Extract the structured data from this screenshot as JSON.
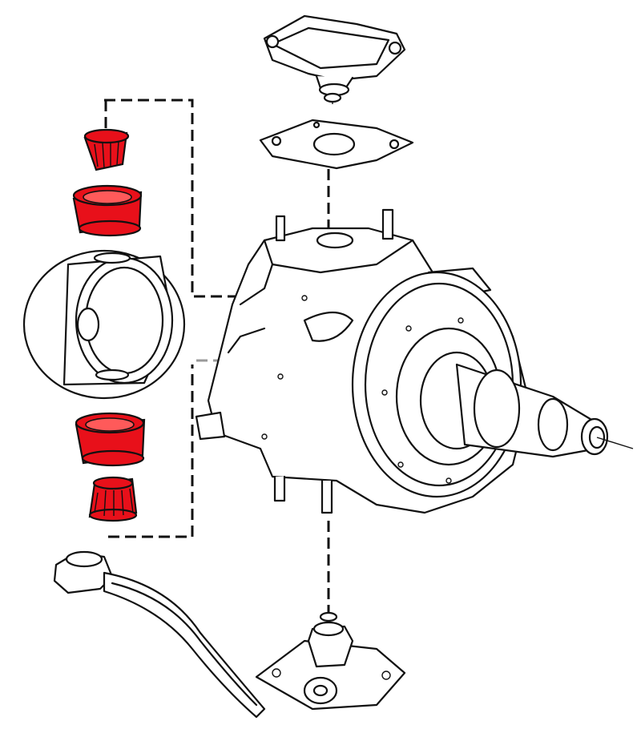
{
  "diagram": {
    "colors": {
      "highlight": "#e8101a",
      "line": "#111111",
      "background": "#ffffff",
      "secondary_dash": "#9a9a9a"
    },
    "parts": [
      "top-cap",
      "top-gasket",
      "upper-roller-bearing",
      "upper-bearing-race",
      "steering-ball-housing",
      "lower-bearing-race",
      "lower-roller-bearing",
      "steering-knuckle",
      "spindle",
      "steering-arm",
      "lower-cap"
    ],
    "highlighted_parts": [
      "upper-roller-bearing",
      "upper-bearing-race",
      "lower-bearing-race",
      "lower-roller-bearing"
    ]
  }
}
